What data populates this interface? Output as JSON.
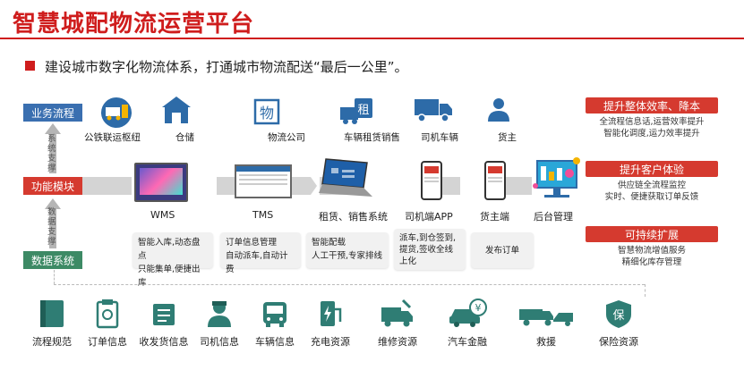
{
  "header": {
    "title": "智慧城配物流运营平台",
    "subtitle": "建设城市数字化物流体系，打通城市物流配送“最后一公里”。"
  },
  "left_labels": {
    "business": "业务流程",
    "function": "功能模块",
    "data": "数据系统",
    "support_top": "系统支撑",
    "support_bottom": "数据支撑"
  },
  "top_icons": [
    {
      "label": "公铁联运枢纽",
      "icon": "hub-icon"
    },
    {
      "label": "仓储",
      "icon": "warehouse-icon"
    },
    {
      "label": "物流公司",
      "icon": "logistics-company-icon",
      "glyph": "物"
    },
    {
      "label": "车辆租赁销售",
      "icon": "vehicle-rental-icon",
      "glyph": "租"
    },
    {
      "label": "司机车辆",
      "icon": "truck-icon"
    },
    {
      "label": "货主",
      "icon": "shipper-icon"
    }
  ],
  "modules": [
    {
      "label": "WMS",
      "desc": [
        "智能入库,动态盘点",
        "只能集单,便捷出库"
      ]
    },
    {
      "label": "TMS",
      "desc": [
        "订单信息管理",
        "自动派车,自动计费"
      ]
    },
    {
      "label": "租赁、销售系统",
      "desc": [
        "智能配载",
        "人工干预,专家排线"
      ]
    },
    {
      "label": "司机端APP",
      "desc": [
        "派车,到仓签到,",
        "提货,签收全线",
        "上化"
      ]
    },
    {
      "label": "货主端",
      "desc": [
        "发布订单"
      ]
    },
    {
      "label": "后台管理",
      "desc": []
    }
  ],
  "right_boxes": [
    {
      "head": "提升整体效率、降本",
      "lines": [
        "全流程信息话,运营效率提升",
        "智能化调度,运力效率提升"
      ]
    },
    {
      "head": "提升客户体验",
      "lines": [
        "供应链全流程监控",
        "实时、便捷获取订单反馈"
      ]
    },
    {
      "head": "可持续扩展",
      "lines": [
        "智慧物流增值服务",
        "精细化库存管理"
      ]
    }
  ],
  "data_items": [
    {
      "label": "流程规范",
      "icon": "process-spec-icon"
    },
    {
      "label": "订单信息",
      "icon": "order-info-icon"
    },
    {
      "label": "收发货信息",
      "icon": "shipping-info-icon"
    },
    {
      "label": "司机信息",
      "icon": "driver-info-icon"
    },
    {
      "label": "车辆信息",
      "icon": "vehicle-info-icon"
    },
    {
      "label": "充电资源",
      "icon": "charging-icon"
    },
    {
      "label": "维修资源",
      "icon": "repair-icon"
    },
    {
      "label": "汽车金融",
      "icon": "auto-finance-icon",
      "glyph": "¥"
    },
    {
      "label": "救援",
      "icon": "rescue-icon"
    },
    {
      "label": "保险资源",
      "icon": "insurance-icon",
      "glyph": "保"
    }
  ],
  "colors": {
    "title_red": "#cf1d1d",
    "business_blue": "#3a6fb0",
    "function_red": "#d53a2f",
    "data_green": "#3d8a65",
    "icon_teal": "#2f7d74",
    "icon_blue": "#2d6ba8"
  }
}
